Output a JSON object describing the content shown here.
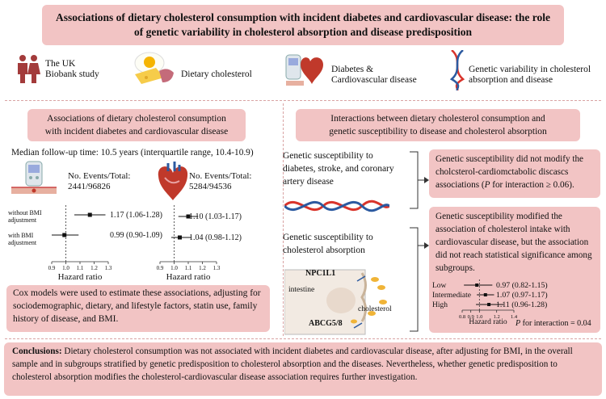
{
  "title": "Associations of dietary cholesterol consumption with incident diabetes and cardiovascular disease: the role of genetic variability in cholesterol absorption and disease predisposition",
  "header_items": {
    "biobank": [
      "The UK",
      "Biobank study"
    ],
    "dietary": "Dietary cholesterol",
    "diabetes": [
      "Diabetes &",
      "Cardiovascular disease"
    ],
    "genetic": [
      "Genetic variability in cholesterol",
      "absorption and disease"
    ]
  },
  "left": {
    "section_title": [
      "Associations of dietary cholesterol consumption",
      "with incident diabetes and cardiovascular disease"
    ],
    "followup": "Median follow-up time: 10.5 years (interquartile range, 10.4-10.9)",
    "diabetes_events_label": "No. Events/Total:",
    "diabetes_events_value": "2441/96826",
    "cvd_events_label": "No. Events/Total:",
    "cvd_events_value": "5284/94536",
    "row_label_1": [
      "without BMI",
      "adjustment"
    ],
    "row_label_2": [
      "with BMI",
      "adjustment"
    ],
    "hazard_ratio_label": "Hazard ratio",
    "cox_text": "Cox models were used to estimate these associations, adjusting for sociodemographic, dietary, and lifestyle factors, statin use, family history of disease, and BMI."
  },
  "right": {
    "section_title": [
      "Interactions between dietary cholesterol consumption and",
      "genetic susceptibility to disease and cholesterol absorption"
    ],
    "gs_disease": "Genetic susceptibility to diabetes, stroke, and coronary artery disease",
    "gs_absorption": "Genetic susceptibility to cholesterol absorption",
    "finding1_pre": "Genetic susceptibility did not modify the cholcsterol-cardiomctabolic discascs associations (",
    "finding1_p": "P",
    "finding1_post": " for interaction ≥ 0.06).",
    "finding2": "Genetic susceptibility modified the association of cholesterol intake with cardiovascular disease, but the association did not reach statistical significance among subgroups.",
    "npc": "NPC1L1",
    "intestine": "intestine",
    "cholesterol": "cholesterol",
    "abcg": "ABCG5/8",
    "hazard_ratio_label": "Hazard ratio",
    "p_label": "P",
    "p_interaction": " for interaction = 0.04"
  },
  "conclusions_label": "Conclusions:",
  "conclusions_text": " Dietary cholesterol consumption was not associated with incident diabetes and cardiovascular disease, after adjusting for BMI, in the overall sample and in subgroups stratified by genetic predisposition to cholesterol absorption and the diseases. Nevertheless, whether genetic predisposition to cholesterol absorption modifies the cholesterol-cardiovascular disease association requires further investigation.",
  "chart_data": [
    {
      "type": "forest",
      "title": "",
      "xlabel": "Hazard ratio",
      "ticks": [
        0.9,
        1.0,
        1.1,
        1.2,
        1.3
      ],
      "tick_labels": [
        "0.9",
        "1.0",
        "1.1",
        "1.2",
        "1.3"
      ],
      "xlim": [
        0.9,
        1.3
      ],
      "reference": 1.0,
      "rows": [
        {
          "label": "without BMI adjustment",
          "hr": 1.17,
          "lo": 1.06,
          "hi": 1.28,
          "text": "1.17 (1.06-1.28)"
        },
        {
          "label": "with BMI adjustment",
          "hr": 0.99,
          "lo": 0.9,
          "hi": 1.09,
          "text": "0.99 (0.90-1.09)"
        }
      ]
    },
    {
      "type": "forest",
      "title": "",
      "xlabel": "Hazard ratio",
      "ticks": [
        0.9,
        1.0,
        1.1,
        1.2,
        1.3
      ],
      "tick_labels": [
        "0.9",
        "1.0",
        "1.1",
        "1.2",
        "1.3"
      ],
      "xlim": [
        0.9,
        1.3
      ],
      "reference": 1.0,
      "rows": [
        {
          "label": "without BMI adjustment",
          "hr": 1.1,
          "lo": 1.03,
          "hi": 1.17,
          "text": "1.10 (1.03-1.17)"
        },
        {
          "label": "with BMI adjustment",
          "hr": 1.04,
          "lo": 0.98,
          "hi": 1.12,
          "text": "1.04 (0.98-1.12)"
        }
      ]
    },
    {
      "type": "forest",
      "title": "",
      "xlabel": "Hazard ratio",
      "ticks": [
        0.8,
        0.9,
        1.0,
        1.2,
        1.4
      ],
      "tick_labels": [
        "0.8",
        "0.9",
        "1.0",
        "1.2",
        "1.4"
      ],
      "xlim": [
        0.8,
        1.4
      ],
      "reference": 1.0,
      "rows": [
        {
          "label": "Low",
          "hr": 0.97,
          "lo": 0.82,
          "hi": 1.15,
          "text": "0.97 (0.82-1.15)"
        },
        {
          "label": "Intermediate",
          "hr": 1.07,
          "lo": 0.97,
          "hi": 1.17,
          "text": "1.07 (0.97-1.17)"
        },
        {
          "label": "High",
          "hr": 1.11,
          "lo": 0.96,
          "hi": 1.28,
          "text": "1.11 (0.96-1.28)"
        }
      ]
    }
  ],
  "colors": {
    "box": "#f2c4c4",
    "dash": "#d9a3a3",
    "heart": "#c0392b",
    "dna_red": "#d9342b",
    "dna_blue": "#2c5aa0"
  },
  "icons": [
    "people-icon",
    "egg-cheese-icon",
    "glucometer-heart-icon",
    "dna-icon",
    "glucometer-icon",
    "heart-icon",
    "dna-strand-icon",
    "intestine-cell-icon"
  ]
}
